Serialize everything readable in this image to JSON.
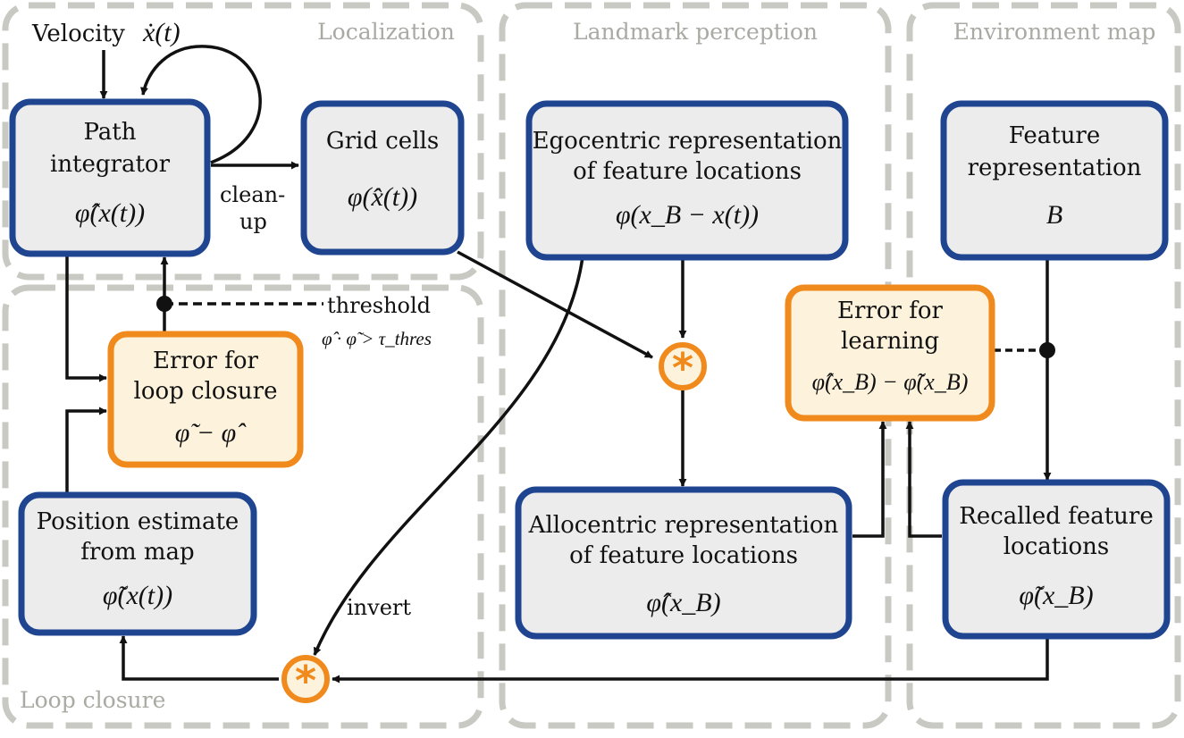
{
  "regions": {
    "localization": "Localization",
    "landmark": "Landmark perception",
    "environment": "Environment map",
    "loop_closure": "Loop closure"
  },
  "input": {
    "velocity_label": "Velocity",
    "velocity_symbol": "ẋ(t)"
  },
  "boxes": {
    "path_integrator": {
      "line1": "Path",
      "line2": "integrator",
      "formula": "φ̂(x(t))"
    },
    "grid_cells": {
      "line1": "Grid cells",
      "formula": "φ(x̂(t))"
    },
    "egocentric": {
      "line1": "Egocentric representation",
      "line2": "of feature locations",
      "formula": "φ(x_B − x(t))"
    },
    "feature_rep": {
      "line1": "Feature",
      "line2": "representation",
      "formula": "B"
    },
    "error_loop": {
      "line1": "Error for",
      "line2": "loop closure",
      "formula": "φ̃ − φ̂"
    },
    "error_learning": {
      "line1": "Error for",
      "line2": "learning",
      "formula": "φ̂(x_B) − φ̃(x_B)"
    },
    "position_estimate": {
      "line1": "Position estimate",
      "line2": "from map",
      "formula": "φ̃(x(t))"
    },
    "allocentric": {
      "line1": "Allocentric representation",
      "line2": "of feature locations",
      "formula": "φ̂(x_B)"
    },
    "recalled": {
      "line1": "Recalled feature",
      "line2": "locations",
      "formula": "φ̃(x_B)"
    }
  },
  "annotations": {
    "cleanup_line1": "clean-",
    "cleanup_line2": "up",
    "threshold": "threshold",
    "threshold_formula": "φ̂ · φ̃ > τ_thres",
    "invert": "invert"
  },
  "operators": {
    "binding": "*"
  },
  "colors": {
    "box_border": "#1f4591",
    "box_fill": "#ececec",
    "error_border": "#f08a1c",
    "error_fill": "#fdf3dc",
    "region_border": "#c8c9c3",
    "arrow": "#111111"
  }
}
